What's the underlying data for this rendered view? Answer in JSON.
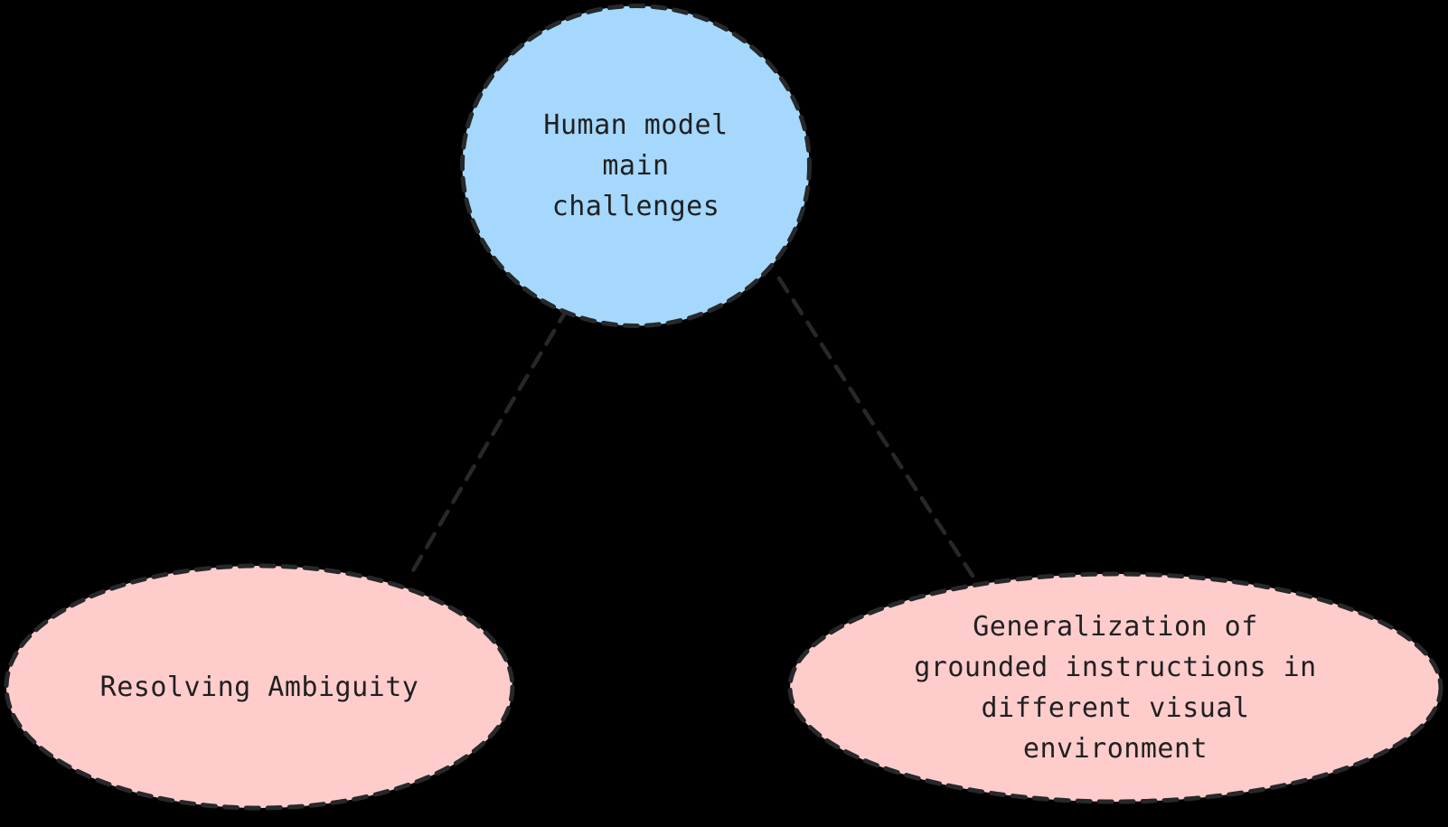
{
  "diagram": {
    "type": "mind-map",
    "background_color": "#000000",
    "node_text_color": "#1f2020",
    "stroke_color": "#26282a",
    "root": {
      "id": "root",
      "label": "Human model\nmain\nchallenges",
      "shape": "circle",
      "fill_color": "#a5d8fc"
    },
    "leaves": [
      {
        "id": "ambiguity",
        "label": "Resolving Ambiguity",
        "shape": "ellipse",
        "fill_color": "#ffcccc"
      },
      {
        "id": "generalization",
        "label": "Generalization of\ngrounded instructions in\ndifferent visual\nenvironment",
        "shape": "ellipse",
        "fill_color": "#ffcccc"
      }
    ],
    "edges": [
      {
        "id": "edge-root-ambiguity",
        "from": "root",
        "to": "ambiguity",
        "style": "dashed"
      },
      {
        "id": "edge-root-generalization",
        "from": "root",
        "to": "generalization",
        "style": "dashed"
      }
    ]
  }
}
